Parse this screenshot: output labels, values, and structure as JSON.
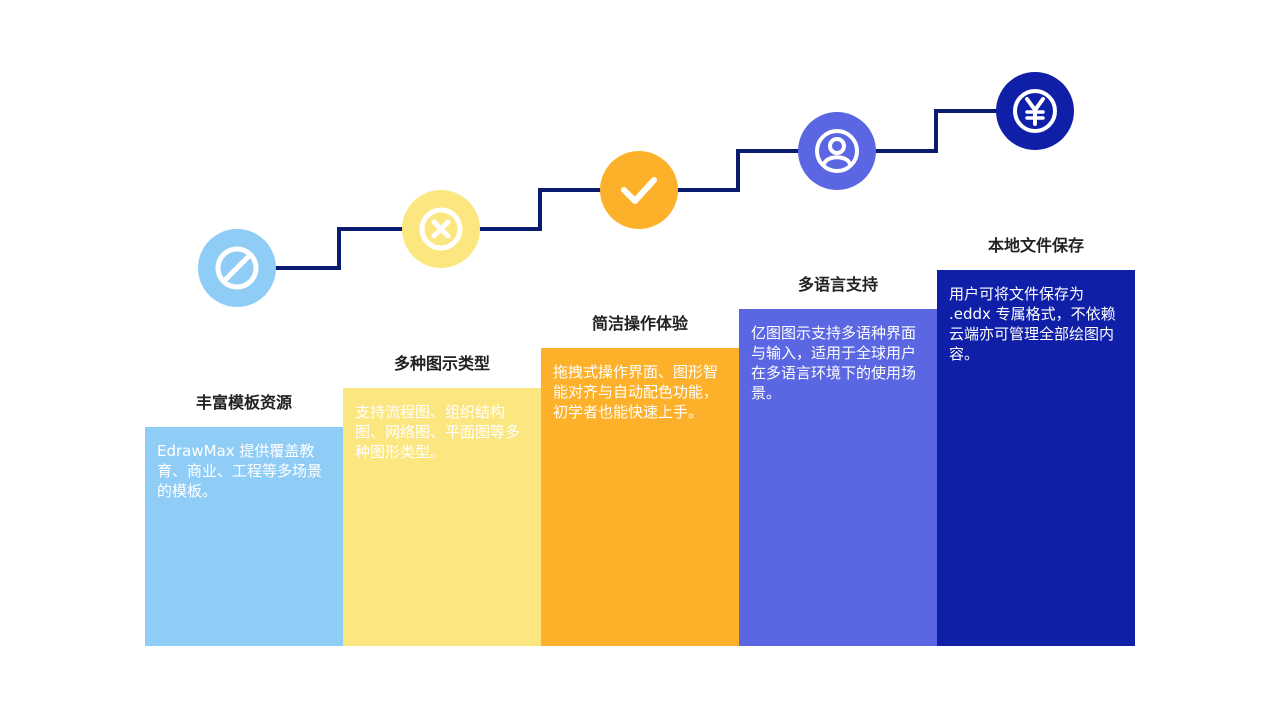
{
  "steps": [
    {
      "title": "丰富模板资源",
      "description": "EdrawMax 提供覆盖教育、商业、工程等多场景的模板。",
      "icon": "prohibited-icon",
      "color": "#8FCDF7"
    },
    {
      "title": "多种图示类型",
      "description": "支持流程图、组织结构图、网络图、平面图等多种图形类型。",
      "icon": "close-icon",
      "color": "#FCE680"
    },
    {
      "title": "简洁操作体验",
      "description": "拖拽式操作界面、图形智能对齐与自动配色功能，初学者也能快速上手。",
      "icon": "check-icon",
      "color": "#FDB12A"
    },
    {
      "title": "多语言支持",
      "description": "亿图图示支持多语种界面与输入，适用于全球用户在多语言环境下的使用场景。",
      "icon": "user-icon",
      "color": "#5B67E2"
    },
    {
      "title": "本地文件保存",
      "description": "用户可将文件保存为 .eddx 专属格式，不依赖云端亦可管理全部绘图内容。",
      "icon": "yen-icon",
      "color": "#0F1FA8"
    }
  ],
  "connector_color": "#0A1A6E"
}
